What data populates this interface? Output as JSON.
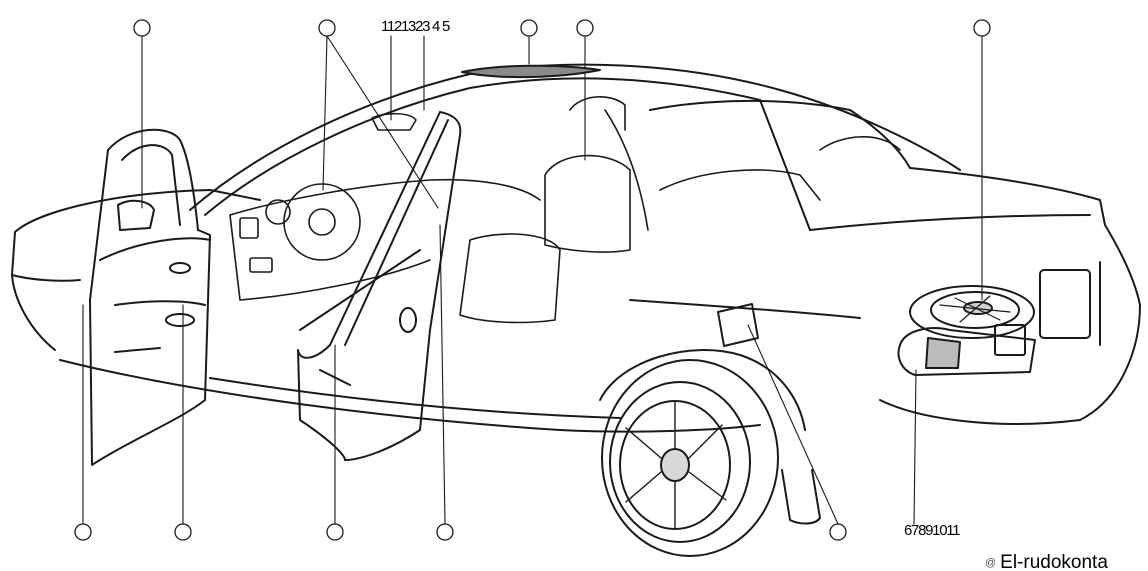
{
  "diagram": {
    "label_top_group": "1121323 4 5",
    "label_bottom_group": "67891011",
    "caption_mark": "@",
    "caption": "El-rudokonta"
  }
}
